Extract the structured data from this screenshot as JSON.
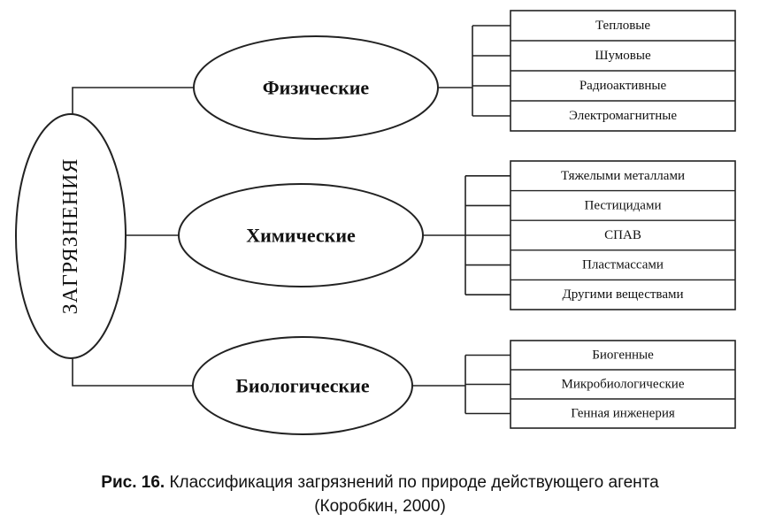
{
  "root": {
    "label": "ЗАГРЯЗНЕНИЯ"
  },
  "groups": [
    {
      "label": "Физические",
      "items": [
        "Тепловые",
        "Шумовые",
        "Радиоактивные",
        "Электромагнитные"
      ]
    },
    {
      "label": "Химические",
      "items": [
        "Тяжелыми металлами",
        "Пестицидами",
        "СПАВ",
        "Пластмассами",
        "Другими веществами"
      ]
    },
    {
      "label": "Биологические",
      "items": [
        "Биогенные",
        "Микробиологические",
        "Генная инженерия"
      ]
    }
  ],
  "caption": {
    "figure_number": "Рис. 16.",
    "text": "Классификация загрязнений по природе действующего агента",
    "source": "(Коробкин, 2000)"
  }
}
